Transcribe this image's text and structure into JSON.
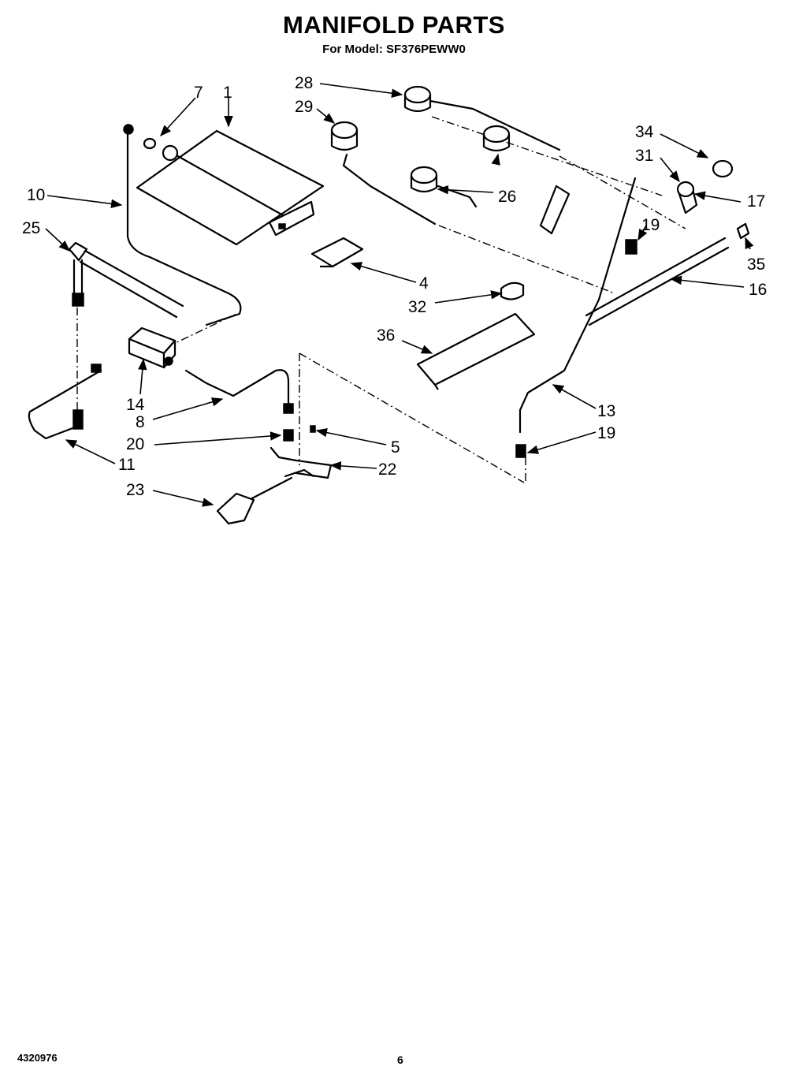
{
  "title": "MANIFOLD PARTS",
  "subtitle": "For Model: SF376PEWW0",
  "footer": {
    "doc_number": "4320976",
    "page_number": "6"
  },
  "callouts": {
    "c7": "7",
    "c1": "1",
    "c28": "28",
    "c29": "29",
    "c34": "34",
    "c31": "31",
    "c17": "17",
    "c10": "10",
    "c25": "25",
    "c26": "26",
    "c19a": "19",
    "c35": "35",
    "c4": "4",
    "c32": "32",
    "c16": "16",
    "c36": "36",
    "c14": "14",
    "c8": "8",
    "c13": "13",
    "c19b": "19",
    "c20": "20",
    "c5": "5",
    "c11": "11",
    "c22": "22",
    "c23": "23"
  }
}
